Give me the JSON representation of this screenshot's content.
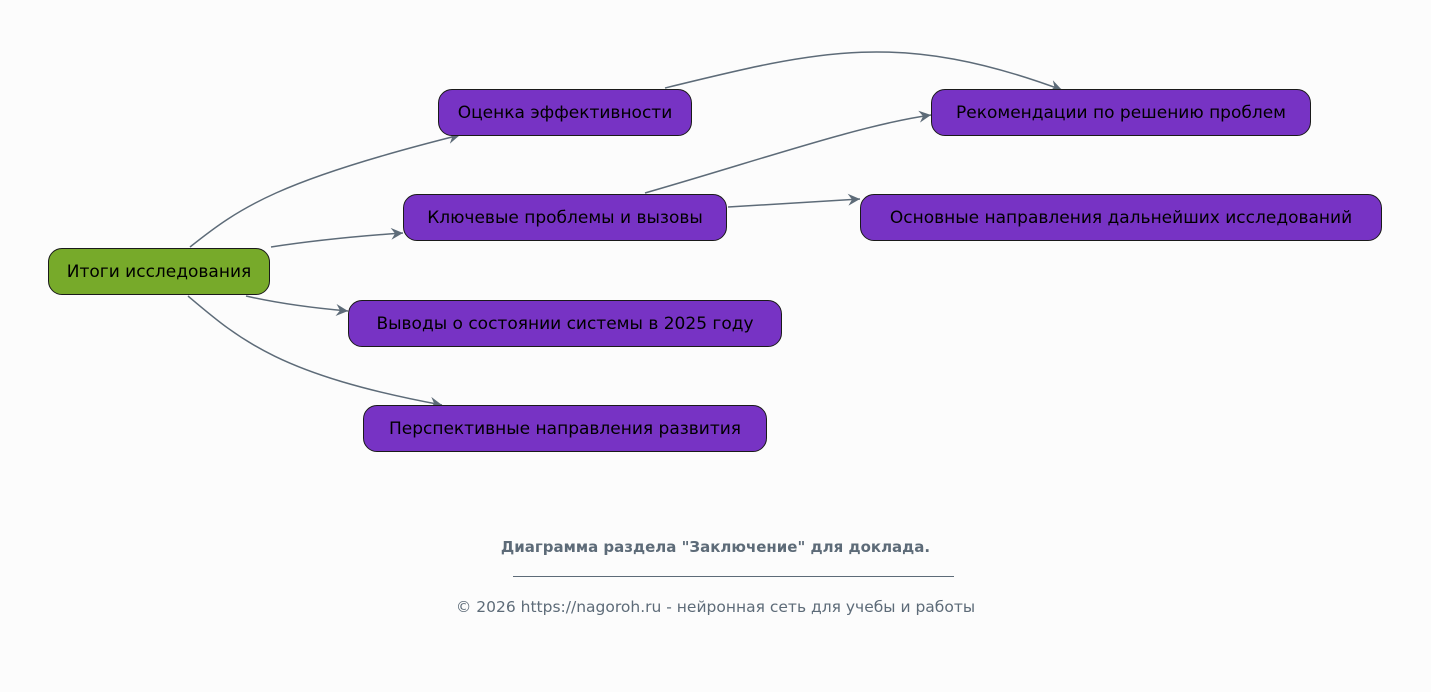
{
  "diagram": {
    "root": {
      "label": "Итоги исследования"
    },
    "nodes": [
      {
        "label": "Оценка эффективности"
      },
      {
        "label": "Ключевые проблемы и вызовы"
      },
      {
        "label": "Выводы о состоянии системы в 2025 году"
      },
      {
        "label": "Перспективные направления развития"
      },
      {
        "label": "Рекомендации по решению проблем"
      },
      {
        "label": "Основные направления дальнейших исследований"
      }
    ],
    "edges": [
      [
        "Итоги исследования",
        "Оценка эффективности"
      ],
      [
        "Итоги исследования",
        "Ключевые проблемы и вызовы"
      ],
      [
        "Итоги исследования",
        "Выводы о состоянии системы в 2025 году"
      ],
      [
        "Итоги исследования",
        "Перспективные направления развития"
      ],
      [
        "Оценка эффективности",
        "Рекомендации по решению проблем"
      ],
      [
        "Ключевые проблемы и вызовы",
        "Рекомендации по решению проблем"
      ],
      [
        "Ключевые проблемы и вызовы",
        "Основные направления дальнейших исследований"
      ]
    ],
    "colors": {
      "root": "#77aa2a",
      "node": "#7733c4",
      "edge": "#5d6b78",
      "background": "#fcfcfc"
    }
  },
  "caption": {
    "title": "Диаграмма раздела \"Заключение\" для доклада.",
    "footer": "© 2026 https://nagoroh.ru - нейронная сеть для учебы и работы"
  }
}
